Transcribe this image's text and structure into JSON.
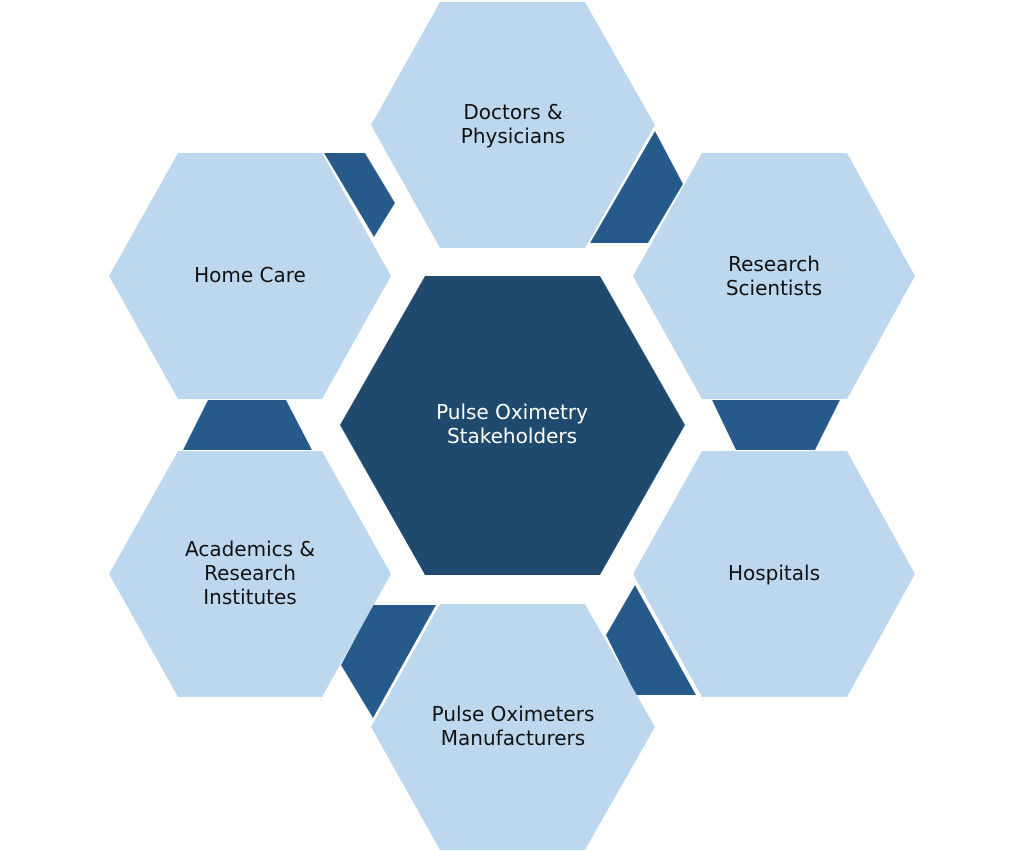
{
  "center": {
    "label_lines": [
      "Pulse Oximetry",
      "Stakeholders"
    ]
  },
  "nodes": [
    {
      "id": "doctors",
      "label_lines": [
        "Doctors &",
        "Physicians"
      ]
    },
    {
      "id": "research-scientists",
      "label_lines": [
        "Research",
        "Scientists"
      ]
    },
    {
      "id": "hospitals",
      "label_lines": [
        "Hospitals"
      ]
    },
    {
      "id": "manufacturers",
      "label_lines": [
        "Pulse Oximeters",
        "Manufacturers"
      ]
    },
    {
      "id": "academics",
      "label_lines": [
        "Academics &",
        "Research",
        "Institutes"
      ]
    },
    {
      "id": "home-care",
      "label_lines": [
        "Home Care"
      ]
    }
  ],
  "colors": {
    "center_fill": "#1f4a6e",
    "center_text": "#ffffff",
    "node_fill": "#bdd7ee",
    "node_text": "#111111",
    "connector_fill": "#255a8a"
  }
}
